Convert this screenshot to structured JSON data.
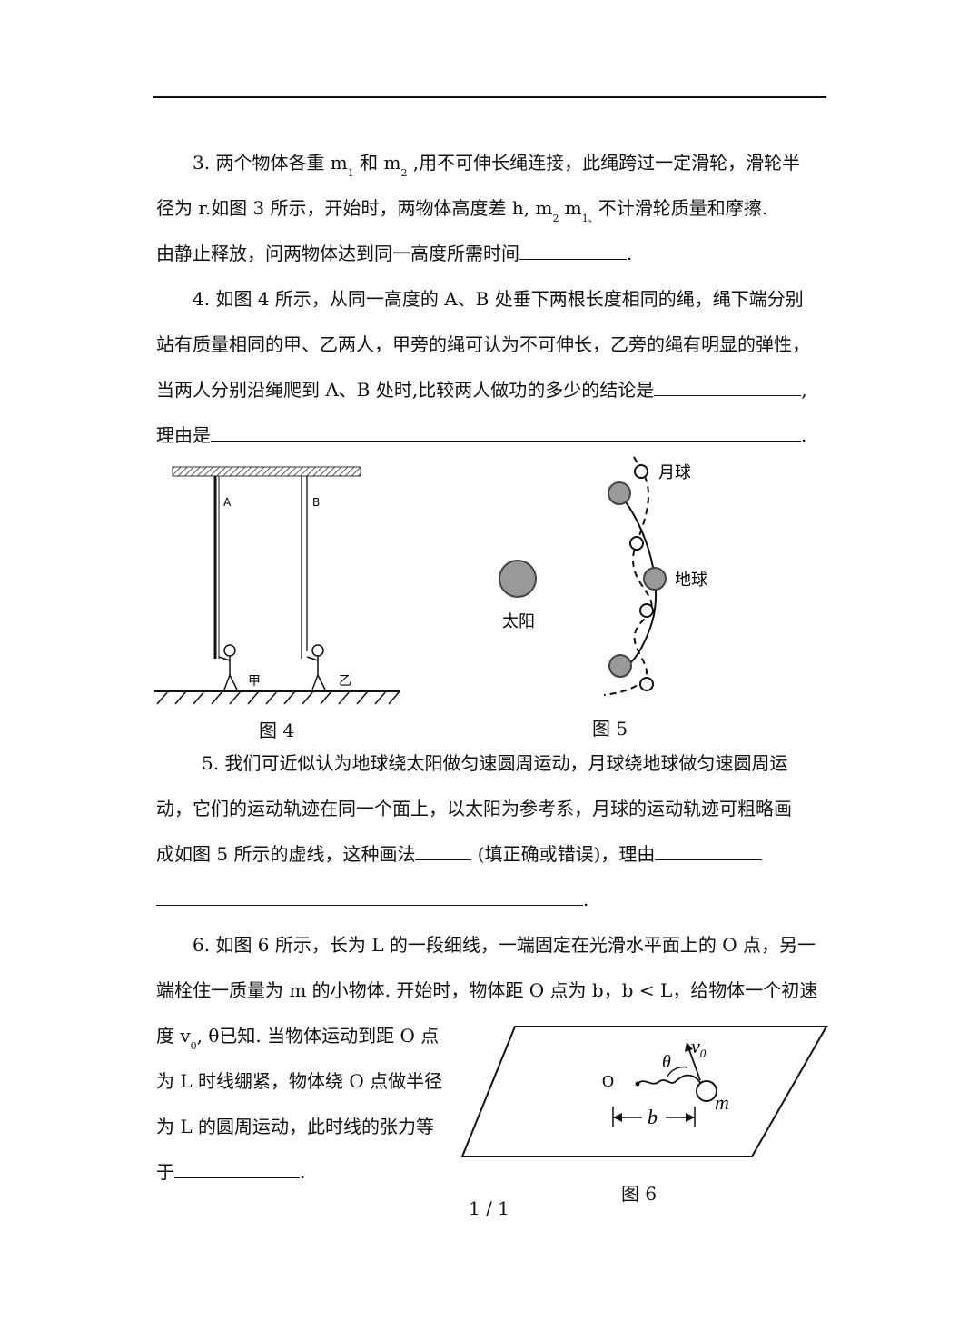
{
  "page": {
    "q3": {
      "l1_a": "3.  两个物体各重 m",
      "sub1": "1",
      "l1_b": " 和 m",
      "sub2": "2",
      "l1_c": " ,用不可伸长绳连接，此绳跨过一定滑轮，滑轮半",
      "l2_a": "径为 r.如图 3 所示，开始时，两物体高度差 h,  m",
      "l2_b": "   m",
      "sub3": "1、",
      "l2_c": "不计滑轮质量和摩擦.",
      "l3": "由静止释放，问两物体达到同一高度所需时间",
      "l3_end": "."
    },
    "q4": {
      "l1": "4.  如图 4 所示，从同一高度的 A、B 处垂下两根长度相同的绳，绳下端分别",
      "l2": "站有质量相同的甲、乙两人，甲旁的绳可认为不可伸长，乙旁的绳有明显的弹性，",
      "l3": "当两人分别沿绳爬到 A、B 处时,比较两人做功的多少的结论是",
      "l3_end": ",",
      "l4": "理由是",
      "l4_end": "."
    },
    "fig4": {
      "label_a": "A",
      "label_b": "B",
      "person1": "甲",
      "person2": "乙",
      "caption": "图 4"
    },
    "fig5": {
      "moon": "月球",
      "earth": "地球",
      "sun": "太阳",
      "caption": "图 5"
    },
    "q5": {
      "l1": "5.  我们可近似认为地球绕太阳做匀速圆周运动，月球绕地球做匀速圆周运",
      "l2": "动，它们的运动轨迹在同一个面上，以太阳为参考系，月球的运动轨迹可粗略画",
      "l3_a": "成如图 5 所示的虚线，这种画法",
      "l3_b": "  (填正确或错误)，理由",
      "l4_end": "."
    },
    "q6": {
      "l1": "6.  如图 6 所示，长为 L 的一段细线，一端固定在光滑水平面上的 O 点，另一",
      "l2": "端栓住一质量为 m 的小物体. 开始时，物体距 O 点为 b，b < L，给物体一个初速",
      "l3_a": "度 v",
      "sub0": "0",
      "l3_b": ", θ已知. 当物体运动到距 O 点",
      "l4": "为 L 时线绷紧，物体绕 O 点做半径",
      "l5": "为 L 的圆周运动，此时线的张力等",
      "l6_a": "于",
      "l6_end": "."
    },
    "fig6": {
      "o": "O",
      "v0": "v",
      "v0_sub": "0",
      "theta": "θ",
      "b": "b",
      "m": "m",
      "caption": "图 6"
    },
    "page_number": "1 / 1"
  }
}
